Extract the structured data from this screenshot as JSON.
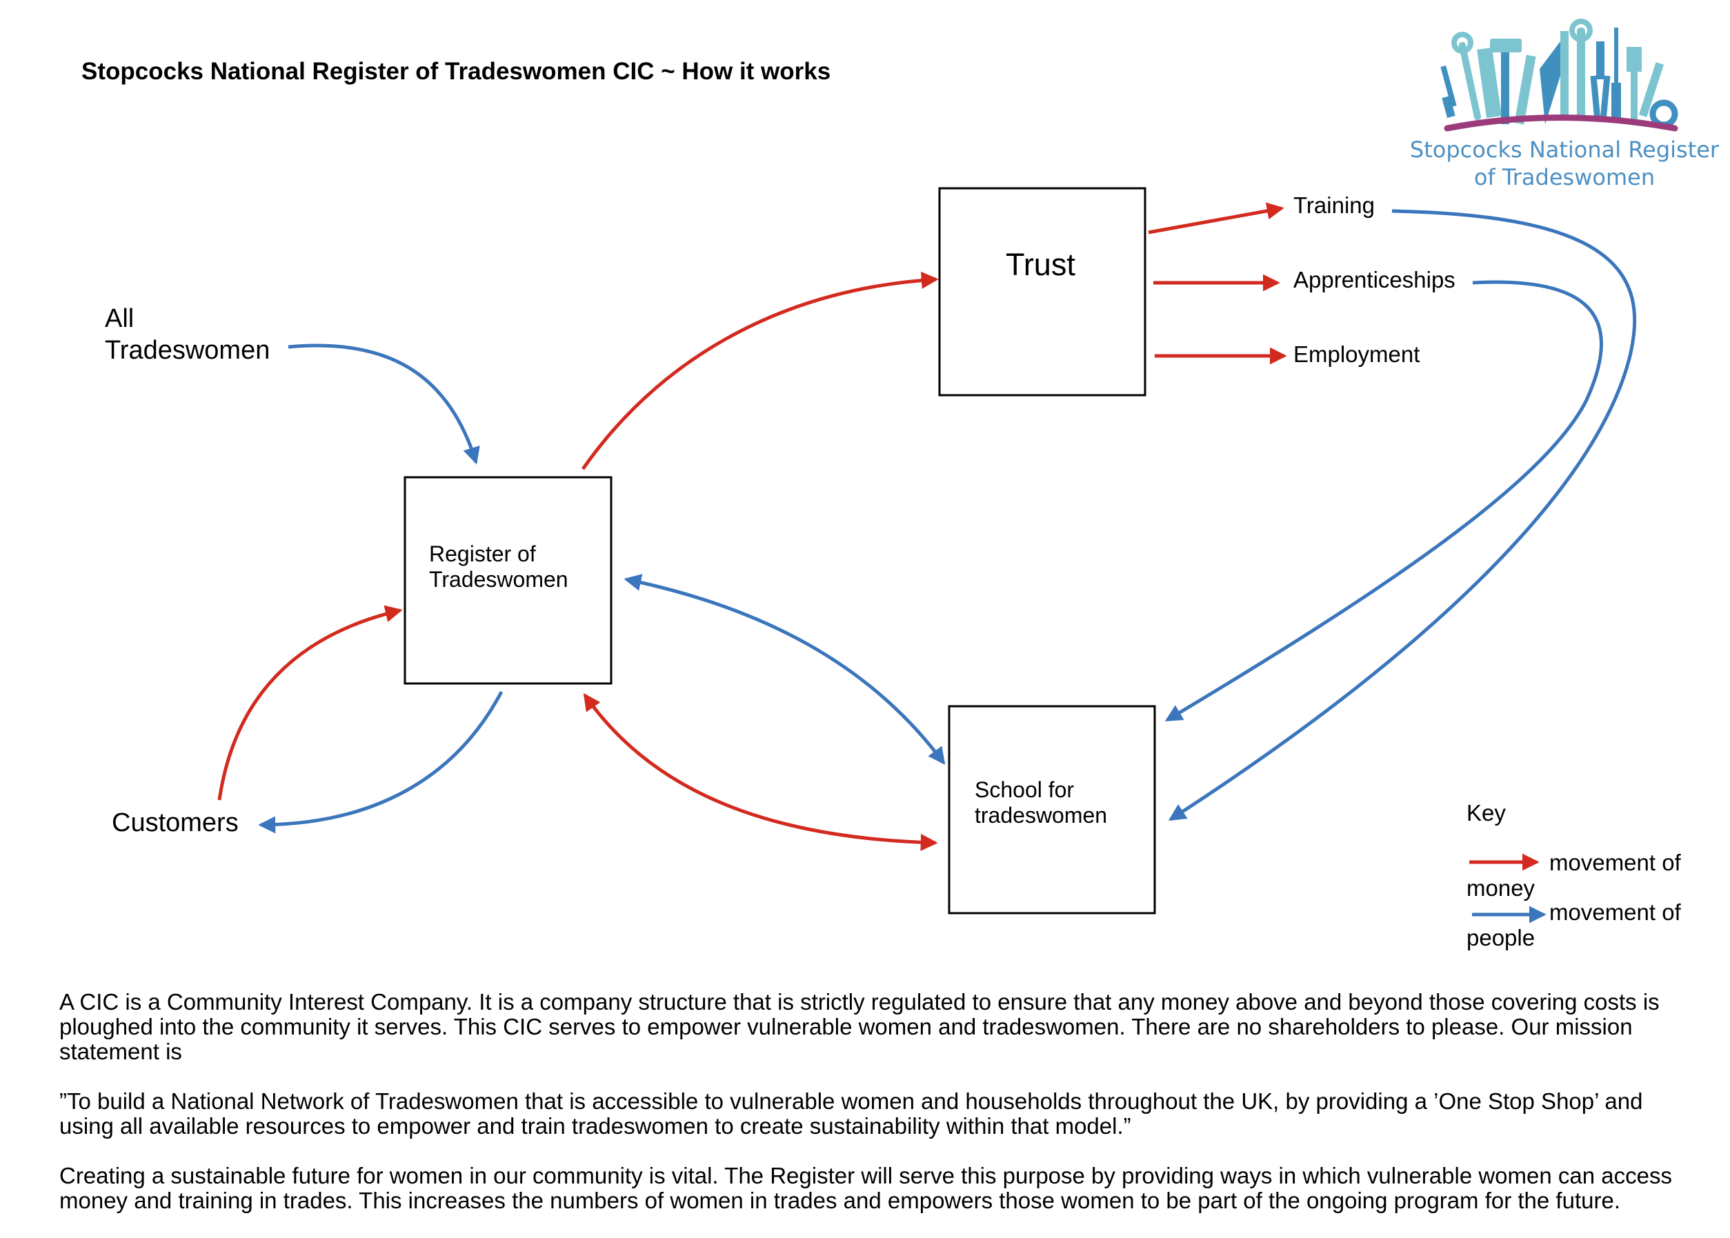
{
  "title": "Stopcocks National Register of Tradeswomen CIC ~ How it works",
  "logo": {
    "line1": "Stopcocks National Register",
    "line2": "of Tradeswomen",
    "icon": "trade-tools-logo",
    "colors": {
      "tools": "#7cc4cf",
      "tools_dark": "#3f8fbf",
      "arc": "#9b3b7c",
      "text": "#4d8fc2"
    }
  },
  "colors": {
    "money": "#d32a1f",
    "people": "#3b76bc"
  },
  "nodes": {
    "trust": "Trust",
    "register_line1": "Register of",
    "register_line2": "Tradeswomen",
    "school_line1": "School for",
    "school_line2": "tradeswomen"
  },
  "labels": {
    "all_line1": "All",
    "all_line2": "Tradeswomen",
    "customers": "Customers",
    "training": "Training",
    "apprenticeships": "Apprenticeships",
    "employment": "Employment"
  },
  "key": {
    "title": "Key",
    "money_a": "movement of",
    "money_b": "money",
    "people_a": "movement of",
    "people_b": "people"
  },
  "description": {
    "p1": "A CIC is a Community Interest Company. It is a company structure that is strictly regulated to ensure that any money above and beyond those covering costs is ploughed into the community it serves. This CIC serves to empower vulnerable women and tradeswomen. There are no shareholders to please. Our mission statement is",
    "p2": "”To build a National Network of Tradeswomen that is accessible to vulnerable women and households throughout the UK, by providing a ’One Stop Shop’ and using all available resources to empower and train tradeswomen to create sustainability within that model.”",
    "p3": "Creating a sustainable future for women in our community is vital. The Register will serve this purpose by providing ways in which vulnerable women can access money and training in trades. This increases the numbers of women in trades and empowers those women to be part of the ongoing program for the future."
  }
}
